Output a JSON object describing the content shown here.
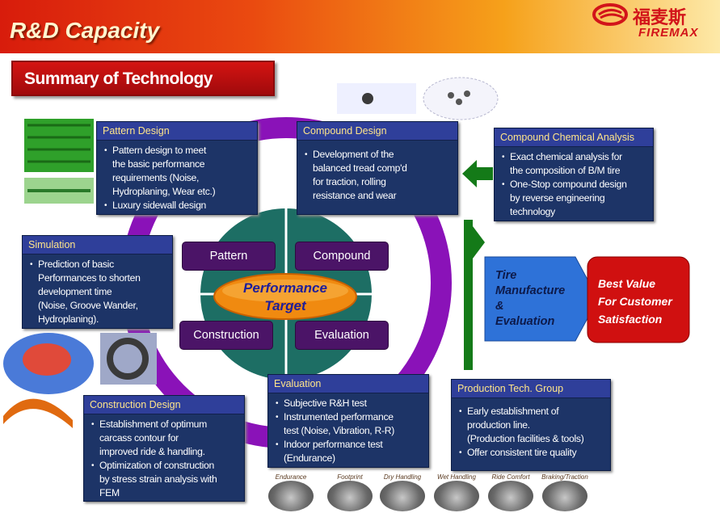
{
  "header": {
    "title": "R&D Capacity",
    "logo_cn": "福麦斯",
    "logo_en": "FIREMAX",
    "subtitle": "Summary of Technology"
  },
  "pattern_design": {
    "heading": "Pattern Design",
    "items": [
      "Pattern design to meet",
      "the basic performance",
      "requirements (Noise,",
      "Hydroplaning, Wear etc.)",
      "Luxury sidewall design"
    ]
  },
  "compound_design": {
    "heading": "Compound Design",
    "items": [
      "Development of the",
      "balanced tread comp'd",
      "for traction, rolling",
      "resistance  and wear"
    ]
  },
  "compound_chemical": {
    "heading": "Compound Chemical Analysis",
    "items": [
      "Exact chemical analysis for",
      "the composition of B/M tire",
      "One-Stop compound design",
      "by reverse engineering",
      "technology"
    ]
  },
  "simulation": {
    "heading": "Simulation",
    "items": [
      "Prediction of basic",
      "Performances to shorten",
      "development time",
      "(Noise, Groove Wander,",
      "Hydroplaning)."
    ]
  },
  "construction_design": {
    "heading": "Construction Design",
    "items": [
      "Establishment of optimum",
      "carcass contour for",
      "improved ride & handling.",
      "Optimization of construction",
      "by stress strain analysis with",
      "FEM"
    ]
  },
  "evaluation": {
    "heading": "Evaluation",
    "items": [
      "Subjective R&H test",
      "Instrumented performance",
      "test (Noise, Vibration, R-R)",
      "Indoor performance test",
      "(Endurance)"
    ]
  },
  "production": {
    "heading": "Production Tech. Group",
    "items": [
      "Early establishment of",
      "production line.",
      "(Production facilities & tools)",
      "Offer consistent tire quality"
    ]
  },
  "center": {
    "pattern": "Pattern",
    "compound": "Compound",
    "construction": "Construction",
    "evaluation": "Evaluation",
    "target_line1": "Performance",
    "target_line2": "Target"
  },
  "chain": {
    "tire_line1": "Tire",
    "tire_line2": "Manufacture",
    "tire_line3": "&",
    "tire_line4": "Evaluation",
    "value_line1": "Best Value",
    "value_line2": "For Customer",
    "value_line3": "Satisfaction"
  },
  "photos": {
    "labels": [
      "Endurance",
      "Footprint",
      "Dry Handling",
      "Wet Handling",
      "Ride Comfort",
      "Braking/Traction"
    ]
  },
  "colors": {
    "ring": "#8a12b8",
    "box_bg": "#1d3467",
    "box_heading": "#ffe58a",
    "quad": "#4b1467",
    "circle_green": "#1d6e64",
    "arrow_green": "#147a18",
    "target_orange": "#f08a10",
    "value_red": "#d01010"
  }
}
